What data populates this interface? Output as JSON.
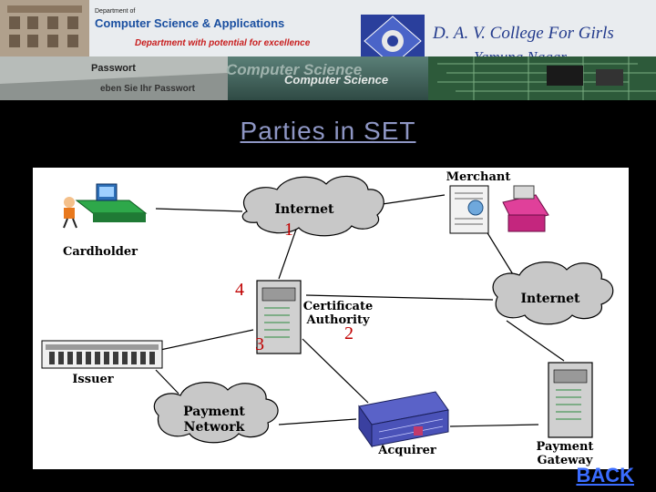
{
  "banner": {
    "dept_line1": "Department of",
    "dept_line2": "Computer Science & Applications",
    "dept_tagline": "Department with potential for excellence",
    "college_name": "D. A. V. College For Girls",
    "college_city": "Yamuna Nagar",
    "bg_text_1": "Computer Science",
    "bg_text_2": "Computer Science",
    "bg_password_1": "Passwort",
    "bg_password_2": "eben Sie Ihr Passwort"
  },
  "title": "Parties in SET",
  "diagram": {
    "nodes": {
      "cardholder": "Cardholder",
      "merchant": "Merchant",
      "ca_line1": "Certificate",
      "ca_line2": "Authority",
      "issuer": "Issuer",
      "acquirer": "Acquirer",
      "gateway_line1": "Payment",
      "gateway_line2": "Gateway"
    },
    "clouds": {
      "internet_top": "Internet",
      "internet_right": "Internet",
      "payment_network_line1": "Payment",
      "payment_network_line2": "Network"
    },
    "step_numbers": [
      "1",
      "2",
      "3",
      "4"
    ]
  },
  "back_label": "BACK",
  "colors": {
    "title": "#8e96c4",
    "back": "#3a6cff",
    "step_numbers": "#c00000"
  }
}
